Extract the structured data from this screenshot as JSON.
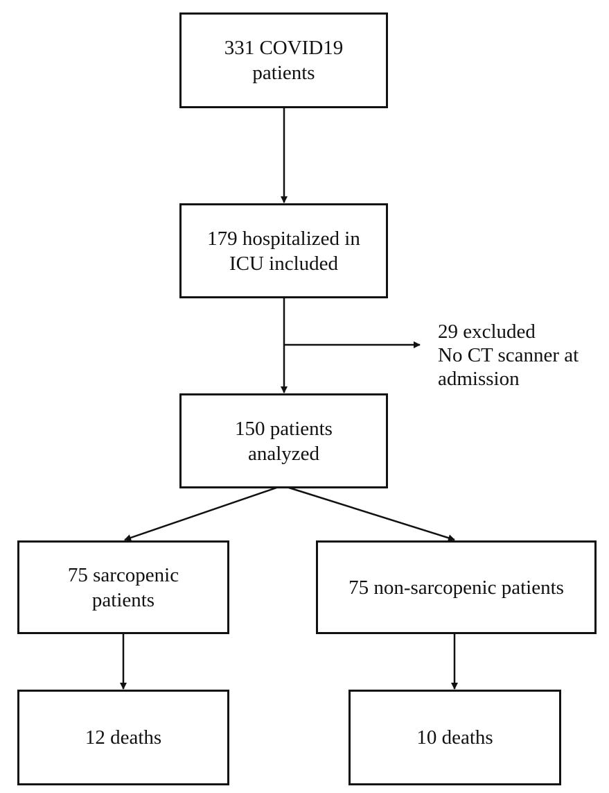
{
  "nodes": {
    "total": {
      "line1": "331 COVID19",
      "line2": "patients"
    },
    "icu": {
      "line1": "179 hospitalized in",
      "line2": "ICU included"
    },
    "analyzed": {
      "line1": "150 patients",
      "line2": "analyzed"
    },
    "sarcopenic": {
      "line1": "75 sarcopenic",
      "line2": "patients"
    },
    "non_sarcopenic": {
      "line1": "75 non-sarcopenic patients"
    },
    "deaths_sarcopenic": {
      "line1": "12 deaths"
    },
    "deaths_non_sarcopenic": {
      "line1": "10 deaths"
    }
  },
  "exclusion": {
    "line1": "29 excluded",
    "line2": "No CT scanner at",
    "line3": "admission"
  },
  "colors": {
    "stroke": "#111111",
    "background": "#ffffff"
  }
}
